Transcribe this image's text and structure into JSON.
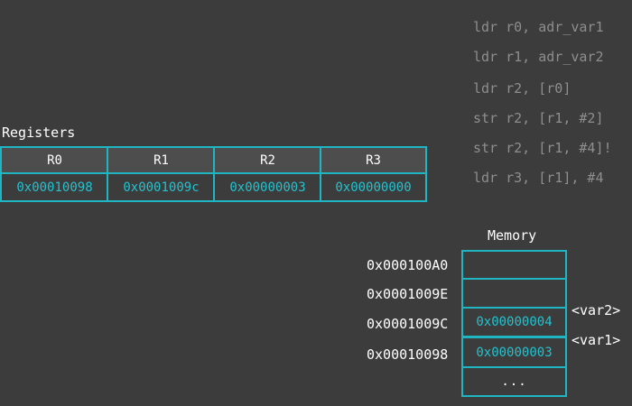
{
  "code": [
    "ldr r0, adr_var1",
    "ldr r1, adr_var2",
    "ldr r2, [r0]",
    "str r2, [r1, #2]",
    "str r2, [r1, #4]!",
    "ldr r3, [r1], #4"
  ],
  "registers": {
    "title": "Registers",
    "headers": [
      "R0",
      "R1",
      "R2",
      "R3"
    ],
    "values": [
      "0x00010098",
      "0x0001009c",
      "0x00000003",
      "0x00000000"
    ]
  },
  "memory": {
    "title": "Memory",
    "rows": [
      {
        "address": "0x000100A0",
        "value": "",
        "tag": ""
      },
      {
        "address": "0x0001009E",
        "value": "",
        "tag": ""
      },
      {
        "address": "0x0001009C",
        "value": "0x00000004",
        "tag": "<var2>"
      },
      {
        "address": "0x00010098",
        "value": "0x00000003",
        "tag": "<var1>"
      }
    ],
    "ellipsis": "..."
  },
  "colors": {
    "background": "#3c3c3c",
    "accent": "#1fb6c3",
    "code_text": "#8e8e8e"
  }
}
